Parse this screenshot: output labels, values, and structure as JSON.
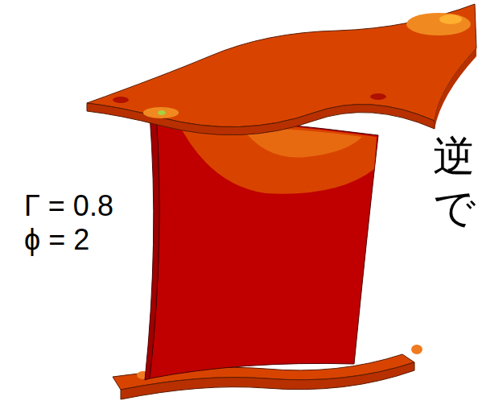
{
  "diagram": {
    "labels": [
      "逆",
      "で",
      "Γ = 0.8",
      "ϕ = 2"
    ]
  }
}
